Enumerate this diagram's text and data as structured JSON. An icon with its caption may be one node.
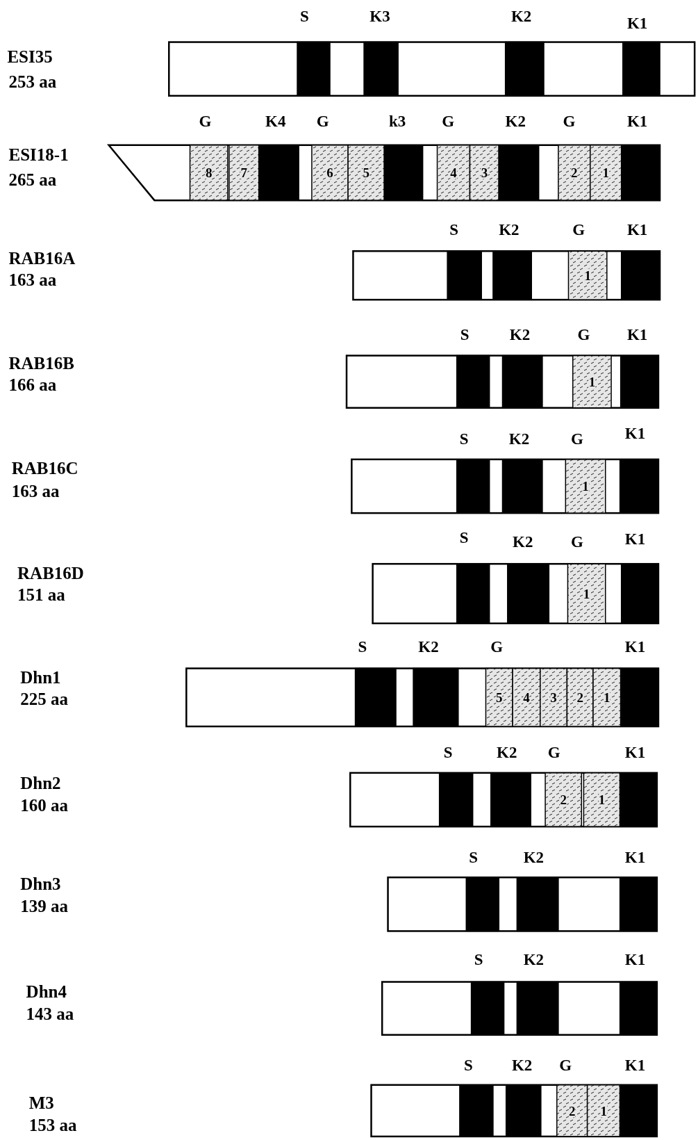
{
  "diagram": {
    "labels": [
      "S",
      "K3",
      "K2",
      "K1",
      "ESI35",
      "253 aa",
      "G",
      "K4",
      "G",
      "k3",
      "G",
      "K2",
      "G",
      "K1",
      "ESI18-1",
      "265 aa",
      "8",
      "7",
      "6",
      "5",
      "4",
      "3",
      "2",
      "1",
      "S",
      "K2",
      "G",
      "K1",
      "RAB16A",
      "163 aa",
      "1",
      "S",
      "K2",
      "G",
      "K1",
      "RAB16B",
      "166 aa",
      "1",
      "S",
      "K2",
      "G",
      "K1",
      "RAB16C",
      "163 aa",
      "1",
      "S",
      "K2",
      "G",
      "K1",
      "RAB16D",
      "151 aa",
      "1",
      "S",
      "K2",
      "G",
      "K1",
      "Dhn1",
      "225 aa",
      "5",
      "4",
      "3",
      "2",
      "1",
      "S",
      "K2",
      "G",
      "K1",
      "Dhn2",
      "160 aa",
      "2",
      "1",
      "S",
      "K2",
      "K1",
      "Dhn3",
      "139 aa",
      "S",
      "K2",
      "K1",
      "Dhn4",
      "143 aa",
      "S",
      "K2",
      "G",
      "K1",
      "M3",
      "153 aa",
      "2",
      "1"
    ]
  }
}
